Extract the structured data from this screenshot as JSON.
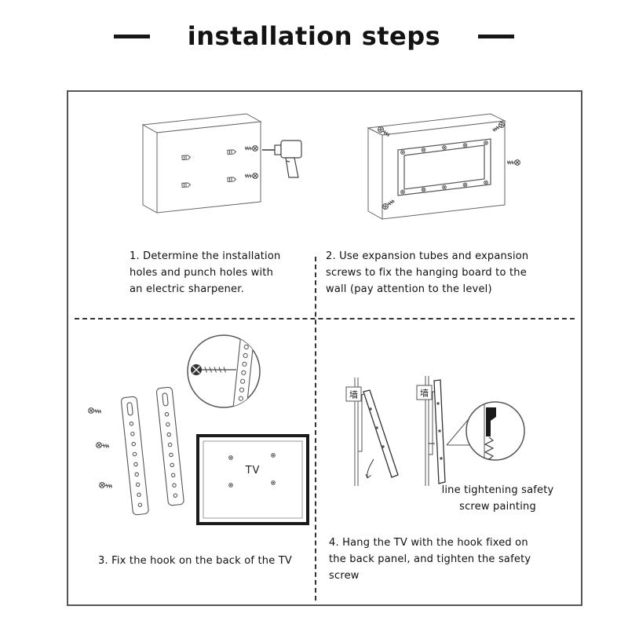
{
  "page": {
    "title": "installation steps"
  },
  "steps": [
    {
      "lines": [
        "1. Determine the installation",
        "holes and punch holes with",
        "an electric sharpener."
      ]
    },
    {
      "lines": [
        "2. Use expansion tubes and expansion",
        "screws to fix the hanging board to the",
        "wall (pay attention to the level)"
      ]
    },
    {
      "lines": [
        "3. Fix the hook on the back of the TV"
      ]
    },
    {
      "lines": [
        "4. Hang the TV with the hook fixed on",
        "the back panel, and tighten the safety",
        "screw"
      ]
    }
  ],
  "labels": {
    "tv": "TV",
    "wall": "墙",
    "magnifier_note_lines": [
      "line tightening safety",
      "screw painting"
    ]
  },
  "colors": {
    "ink": "#111111",
    "line": "#555555",
    "border": "#444444"
  }
}
